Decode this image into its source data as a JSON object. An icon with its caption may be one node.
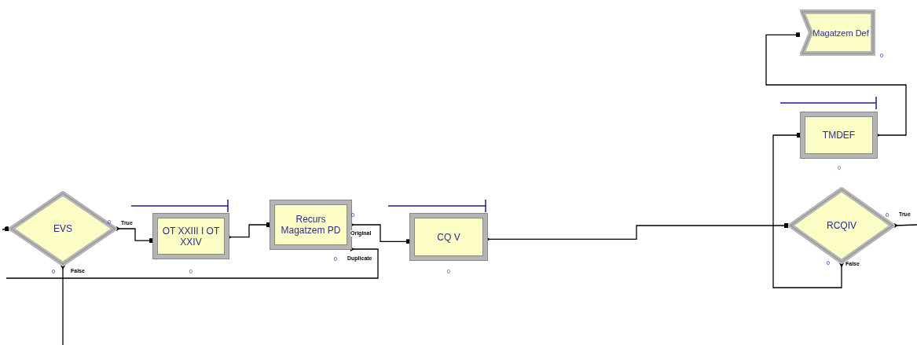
{
  "diagram": {
    "nodes": [
      {
        "text": [
          "EVS"
        ],
        "beside": [
          "0",
          "0"
        ]
      },
      {
        "text": [
          "OT XXIII I OT XXIV"
        ],
        "beside": [
          "0"
        ]
      },
      {
        "text": [
          "Recurs Magatzem PD"
        ],
        "beside": [
          "0",
          "0"
        ]
      },
      {
        "text": [
          "CQ V"
        ],
        "beside": [
          "0"
        ]
      },
      {
        "text": [
          "RCQIV"
        ],
        "beside": [
          "0",
          "0"
        ]
      },
      {
        "text": [
          "TMDEF"
        ],
        "beside": [
          "0"
        ]
      },
      {
        "text": [
          "Magatzem Def"
        ],
        "beside": [
          "0"
        ]
      }
    ],
    "edges": [
      {
        "from": null,
        "to": 0,
        "arrow": "other"
      },
      {
        "from": 0,
        "to": 1,
        "arrow": "other",
        "label": "True"
      },
      {
        "from": 1,
        "to": 2,
        "arrow": "other"
      },
      {
        "from": 2,
        "to": 3,
        "arrow": "other",
        "label": "Original"
      },
      {
        "from": 2,
        "to": null,
        "arrow": "other",
        "label": "Duplicate"
      },
      {
        "from": 0,
        "to": null,
        "arrow": "other",
        "label": "False"
      },
      {
        "from": 3,
        "to": 4,
        "arrow": "other"
      },
      {
        "from": 4,
        "to": 5,
        "arrow": "other",
        "label": "False"
      },
      {
        "from": 5,
        "to": 6,
        "arrow": "other"
      },
      {
        "from": 4,
        "to": null,
        "arrow": "other",
        "label": "True"
      }
    ]
  }
}
